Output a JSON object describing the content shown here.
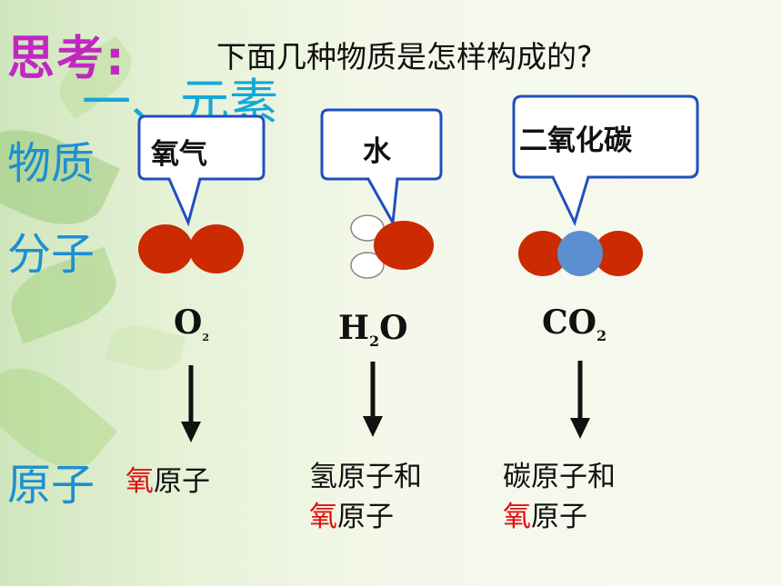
{
  "header": {
    "think_label": "思考:",
    "question": "下面几种物质是怎样构成的?",
    "section_title": "一、元素"
  },
  "rows": {
    "substance": "物质",
    "molecule": "分子",
    "atom": "原子"
  },
  "substances": [
    {
      "name": "氧气",
      "formula_main": "O",
      "formula_sub": "2",
      "atoms_first_highlight": "氧",
      "atoms_first_rest": "原子"
    },
    {
      "name": "水",
      "formula_main": "H",
      "formula_sub": "2",
      "formula_tail": "O",
      "atoms_line1": "氢原子和",
      "atoms_line2_highlight": "氧",
      "atoms_line2_rest": "原子"
    },
    {
      "name": "二氧化碳",
      "formula_main": "CO",
      "formula_sub": "2",
      "atoms_line1": "碳原子和",
      "atoms_line2_highlight": "氧",
      "atoms_line2_rest": "原子"
    }
  ],
  "colors": {
    "oxygen": "#cc2a00",
    "carbon": "#5b8fd0",
    "hydrogen": "#ffffff",
    "callout_border": "#1f4fbf",
    "highlight": "#e01010"
  }
}
